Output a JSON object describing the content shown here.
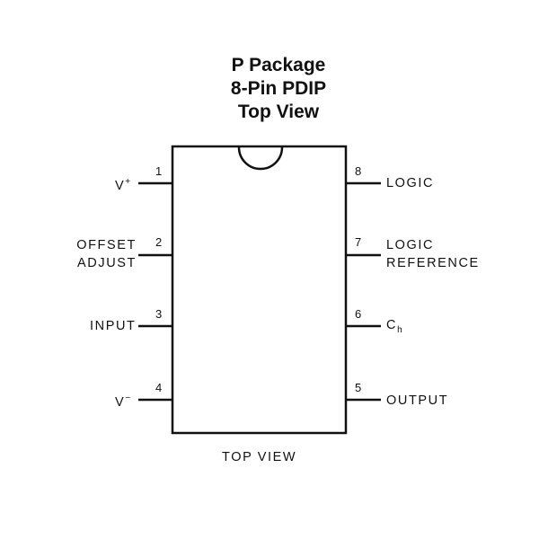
{
  "title": {
    "line1": "P Package",
    "line2": "8-Pin PDIP",
    "line3": "Top View"
  },
  "pins": {
    "p1": {
      "number": "1",
      "label": "V",
      "sup": "+"
    },
    "p2": {
      "number": "2",
      "line1": "OFFSET",
      "line2": "ADJUST"
    },
    "p3": {
      "number": "3",
      "label": "INPUT"
    },
    "p4": {
      "number": "4",
      "label": "V",
      "sup": "−"
    },
    "p5": {
      "number": "5",
      "label": "OUTPUT"
    },
    "p6": {
      "number": "6",
      "label": "C",
      "sub": "h"
    },
    "p7": {
      "number": "7",
      "line1": "LOGIC",
      "line2": "REFERENCE"
    },
    "p8": {
      "number": "8",
      "label": "LOGIC"
    }
  },
  "caption": "TOP VIEW"
}
